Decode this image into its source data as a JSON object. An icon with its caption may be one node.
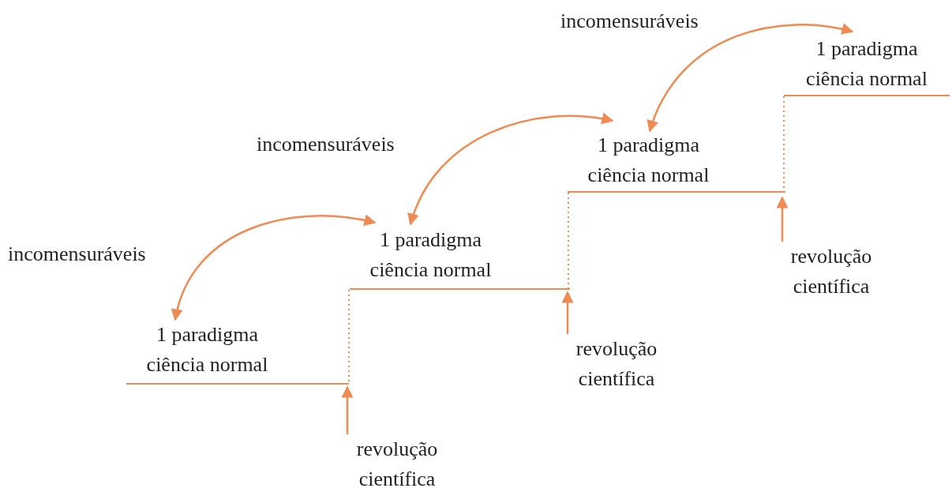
{
  "diagram": {
    "nodes": [
      {
        "text": [
          "1 paradigma",
          "ciência normal"
        ]
      },
      {
        "text": [
          "1 paradigma",
          "ciência normal"
        ]
      },
      {
        "text": [
          "1 paradigma",
          "ciência normal"
        ]
      },
      {
        "text": [
          "1 paradigma",
          "ciência normal"
        ]
      },
      {
        "text": [
          "revolução científica"
        ]
      },
      {
        "text": [
          "revolução científica"
        ]
      },
      {
        "text": [
          "revolução científica"
        ]
      }
    ],
    "edges": [
      {
        "from": 0,
        "to": 1,
        "arrow": "both",
        "label": "incomensuráveis"
      },
      {
        "from": 1,
        "to": 2,
        "arrow": "both",
        "label": "incomensuráveis"
      },
      {
        "from": 2,
        "to": 3,
        "arrow": "both",
        "label": "incomensuráveis"
      },
      {
        "from": 4,
        "to": 0,
        "arrow": "to"
      },
      {
        "from": 5,
        "to": 1,
        "arrow": "to"
      },
      {
        "from": 6,
        "to": 2,
        "arrow": "to"
      }
    ]
  }
}
